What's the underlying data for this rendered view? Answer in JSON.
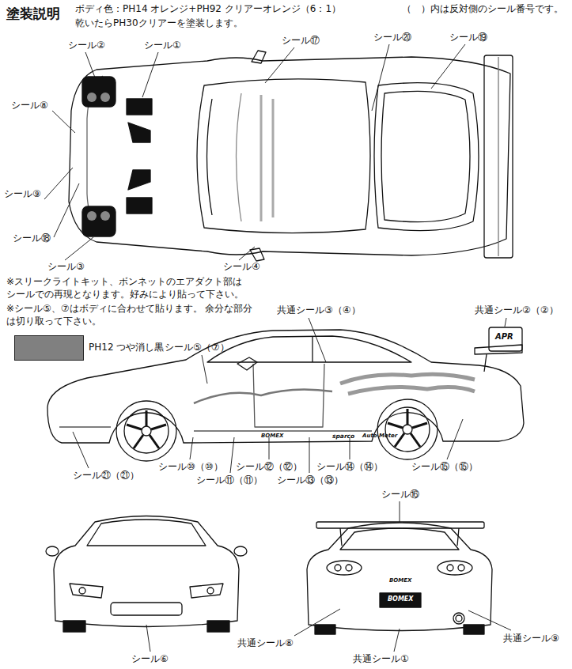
{
  "diagram": {
    "title": "塗装説明",
    "labels": [
      "ボディ色：PH14 オレンジ+PH92 クリアーオレンジ（6：1）",
      "乾いたらPH30クリアーを塗装します。",
      "（　）内は反対側のシール番号です。",
      "シール②",
      "シール①",
      "シール⑰",
      "シール⑳",
      "シール⑲",
      "シール⑧",
      "シール⑨",
      "シール⑱",
      "シール③",
      "シール④",
      "※スリークライトキット、ボンネットのエアダクト部は シールでの再現となります。好みにより貼って下さい。",
      "※シール⑤、⑦はボディに合わせて貼ります。 余分な部分は切り取って下さい。",
      "共通シール③（④）",
      "共通シール②（②）",
      "シール⑤（⑦）",
      "シール㉑（㉑）",
      "シール⑩（⑩）",
      "シール⑪（⑪）",
      "シール⑫（⑫）",
      "シール⑬（⑬）",
      "シール⑭（⑭）",
      "シール⑮（⑮）",
      "シール⑯",
      "共通シール⑧",
      "共通シール①",
      "共通シール⑨",
      "シール⑥",
      "BOMEX",
      "sparco",
      "Auto Meter",
      "APR",
      "BOMEX",
      "BOMEX"
    ],
    "legend": [
      {
        "text": "PH12 つや消し黒",
        "color": "#808080"
      }
    ]
  }
}
